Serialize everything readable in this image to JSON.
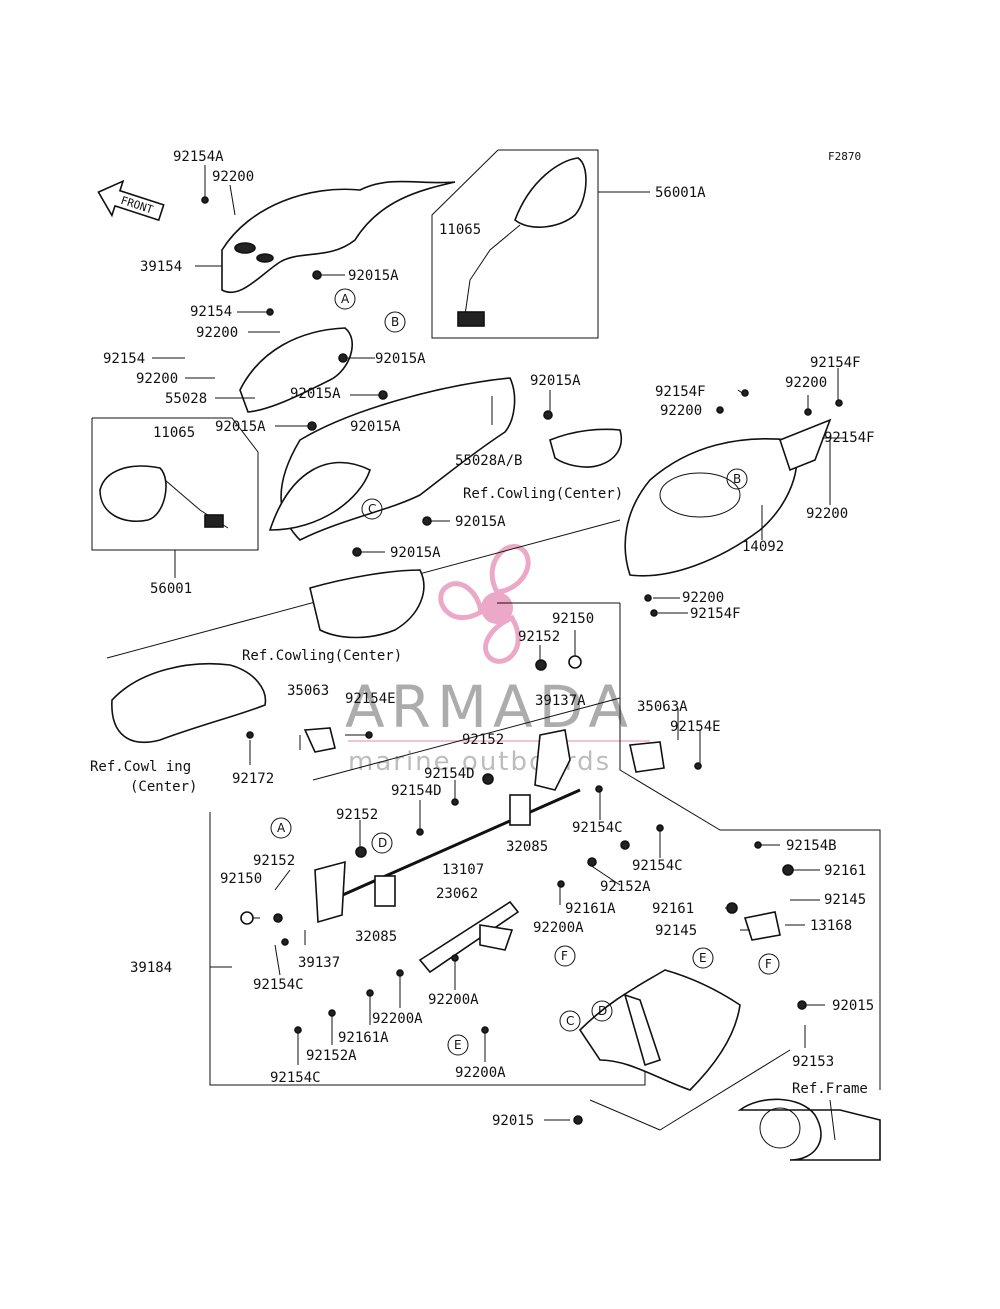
{
  "diagram": {
    "code": "F2870",
    "front_label": "FRONT",
    "labels": [
      "92154A",
      "92200",
      "39154",
      "92015A",
      "92154",
      "92200",
      "92015A",
      "92154",
      "92200",
      "55028",
      "92015A",
      "92015A",
      "11065",
      "56001A",
      "92015A",
      "55028A/B",
      "92015A",
      "11065",
      "56001",
      "92015A",
      "92015A",
      "92154F",
      "92200",
      "92154F",
      "92200",
      "92154F",
      "92200",
      "14092",
      "92200",
      "92154F",
      "92150",
      "92152",
      "39137A",
      "35063",
      "92154E",
      "35063A",
      "92154E",
      "92152",
      "92154D",
      "92154D",
      "92172",
      "92152",
      "32085",
      "92154C",
      "92152",
      "13107",
      "92150",
      "92154C",
      "92152A",
      "39137",
      "23062",
      "32085",
      "92161A",
      "92200A",
      "39184",
      "92154C",
      "92200A",
      "92200A",
      "92161A",
      "92152A",
      "92154C",
      "92200A",
      "92154B",
      "92161",
      "92145",
      "92161",
      "92145",
      "13168",
      "92015",
      "92153",
      "92015"
    ],
    "references": [
      "Ref.Cowling(Center)",
      "Ref.Cowling(Center)",
      "Ref.Cowl ing",
      "(Center)",
      "Ref.Frame"
    ],
    "callouts": [
      "A",
      "B",
      "B",
      "C",
      "A",
      "D",
      "F",
      "E",
      "F",
      "E",
      "D",
      "C"
    ]
  },
  "watermark": {
    "brand": "ARMADA",
    "tagline": "marine outboards",
    "accent": "#e58bb5",
    "text_color": "#6a6a6a"
  }
}
